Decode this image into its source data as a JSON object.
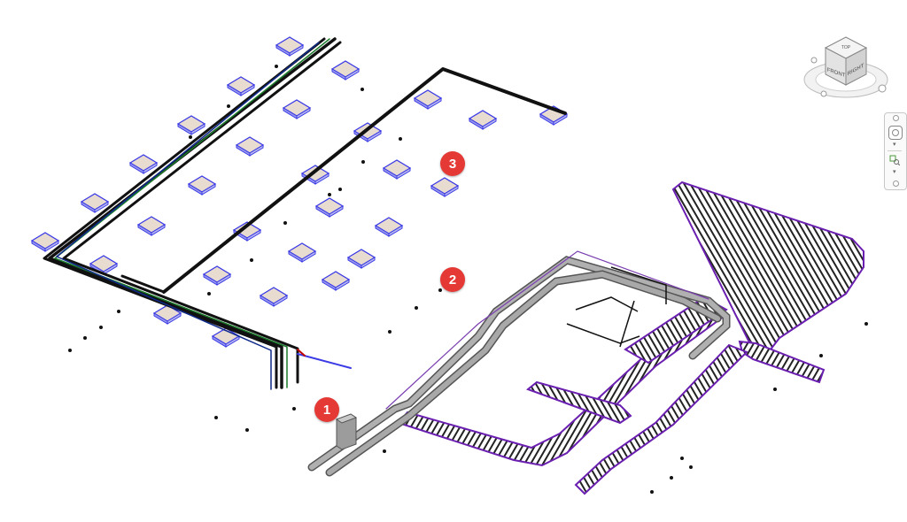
{
  "viewport": {
    "view": "3D isometric model view",
    "callouts": [
      {
        "id": "1",
        "label": "1"
      },
      {
        "id": "2",
        "label": "2"
      },
      {
        "id": "3",
        "label": "3"
      }
    ]
  },
  "view_cube": {
    "faces": {
      "top": "TOP",
      "front": "FRONT",
      "right": "RIGHT"
    },
    "icon": "view-cube-icon"
  },
  "navigation_bar": {
    "tools": [
      "steering-wheel-icon",
      "zoom-icon"
    ]
  },
  "colors": {
    "light_fixture_fill": "#e8dcd0",
    "light_fixture_edge": "#3a3ae6",
    "conduit": "#111111",
    "cable_tray_edge": "#6a1fb0",
    "duct_fill": "#9a9a9a",
    "callout_badge": "#e53935"
  }
}
